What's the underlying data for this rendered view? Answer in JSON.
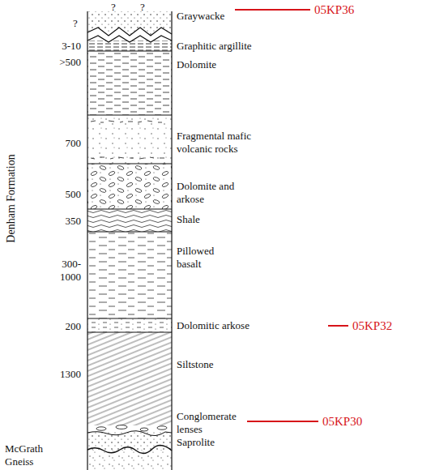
{
  "diagram": {
    "labels": [
      "?",
      "?",
      "?",
      "Graywacke",
      "05KP36",
      "3-10",
      "Graphitic argillite",
      ">500",
      "Dolomite",
      "700",
      "Fragmental mafic volcanic rocks",
      "500",
      "Dolomite and arkose",
      "Denham Formation",
      "350",
      "Shale",
      "300- 1000",
      "Pillowed basalt",
      "200",
      "Dolomitic arkose",
      "05KP32",
      "1300",
      "Siltstone",
      "Conglomerate lenses",
      "05KP30",
      "Saprolite",
      "McGrath Gneiss"
    ]
  }
}
